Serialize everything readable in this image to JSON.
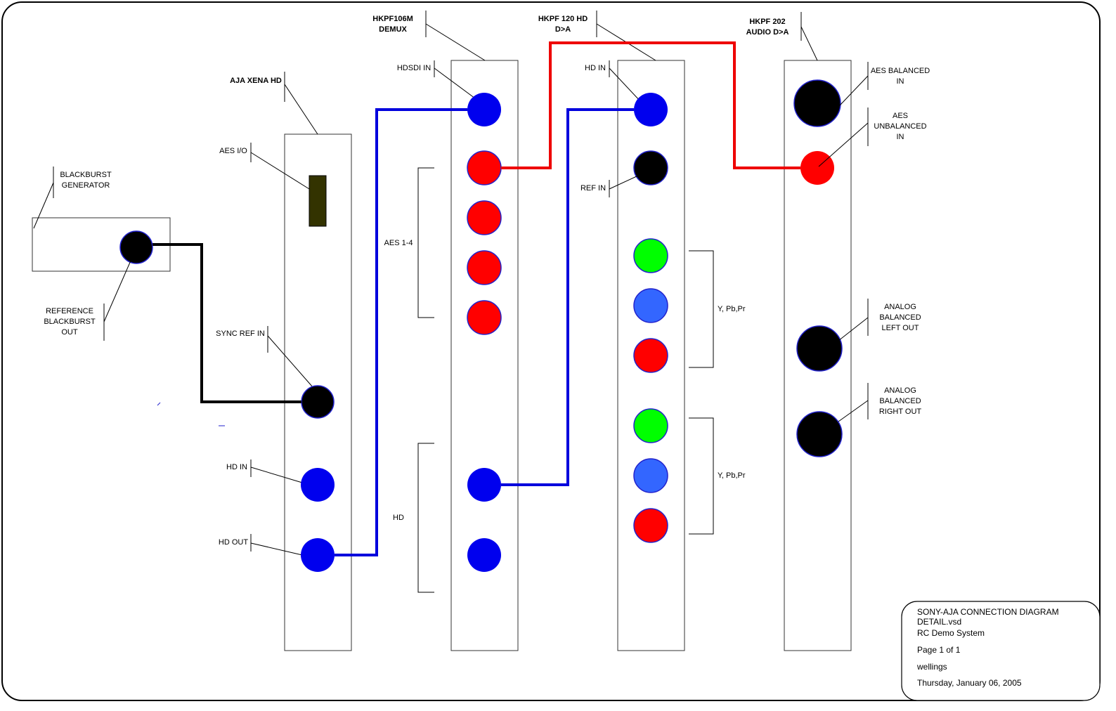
{
  "colors": {
    "wire_black": "#000000",
    "wire_blue": "#0000dd",
    "wire_red": "#ee0000",
    "conn_blue": "#0000ee",
    "conn_red": "#ff0000",
    "conn_black": "#000000",
    "conn_green": "#00ff00",
    "conn_lightblue": "#3366ff",
    "aes_block": "#333300"
  },
  "devices": {
    "blackburst": {
      "title_line1": "BLACKBURST",
      "title_line2": "GENERATOR",
      "out_line1": "REFERENCE",
      "out_line2": "BLACKBURST",
      "out_line3": "OUT"
    },
    "xena": {
      "title": "AJA XENA HD",
      "aes_io": "AES I/O",
      "sync_ref_in": "SYNC REF IN",
      "hd_in": "HD IN",
      "hd_out": "HD OUT"
    },
    "demux": {
      "title_line1": "HKPF106M",
      "title_line2": "DEMUX",
      "hdsdi_in": "HDSDI IN",
      "aes_group": "AES 1-4",
      "hd_group": "HD"
    },
    "hd_da": {
      "title_line1": "HKPF 120 HD",
      "title_line2": "D>A",
      "hd_in": "HD IN",
      "ref_in": "REF IN",
      "ypbpr_1": "Y, Pb,Pr",
      "ypbpr_2": "Y, Pb,Pr"
    },
    "audio_da": {
      "title_line1": "HKPF 202",
      "title_line2": "AUDIO D>A",
      "aes_bal_line1": "AES BALANCED",
      "aes_bal_line2": "IN",
      "aes_unbal_line1": "AES",
      "aes_unbal_line2": "UNBALANCED",
      "aes_unbal_line3": "IN",
      "left_line1": "ANALOG",
      "left_line2": "BALANCED",
      "left_line3": "LEFT OUT",
      "right_line1": "ANALOG",
      "right_line2": "BALANCED",
      "right_line3": "RIGHT OUT"
    }
  },
  "title_block": {
    "line1": "SONY-AJA CONNECTION DIAGRAM",
    "line2": "DETAIL.vsd",
    "system": "RC Demo System",
    "page": "Page 1 of 1",
    "author": "wellings",
    "date": "Thursday, January 06, 2005"
  }
}
